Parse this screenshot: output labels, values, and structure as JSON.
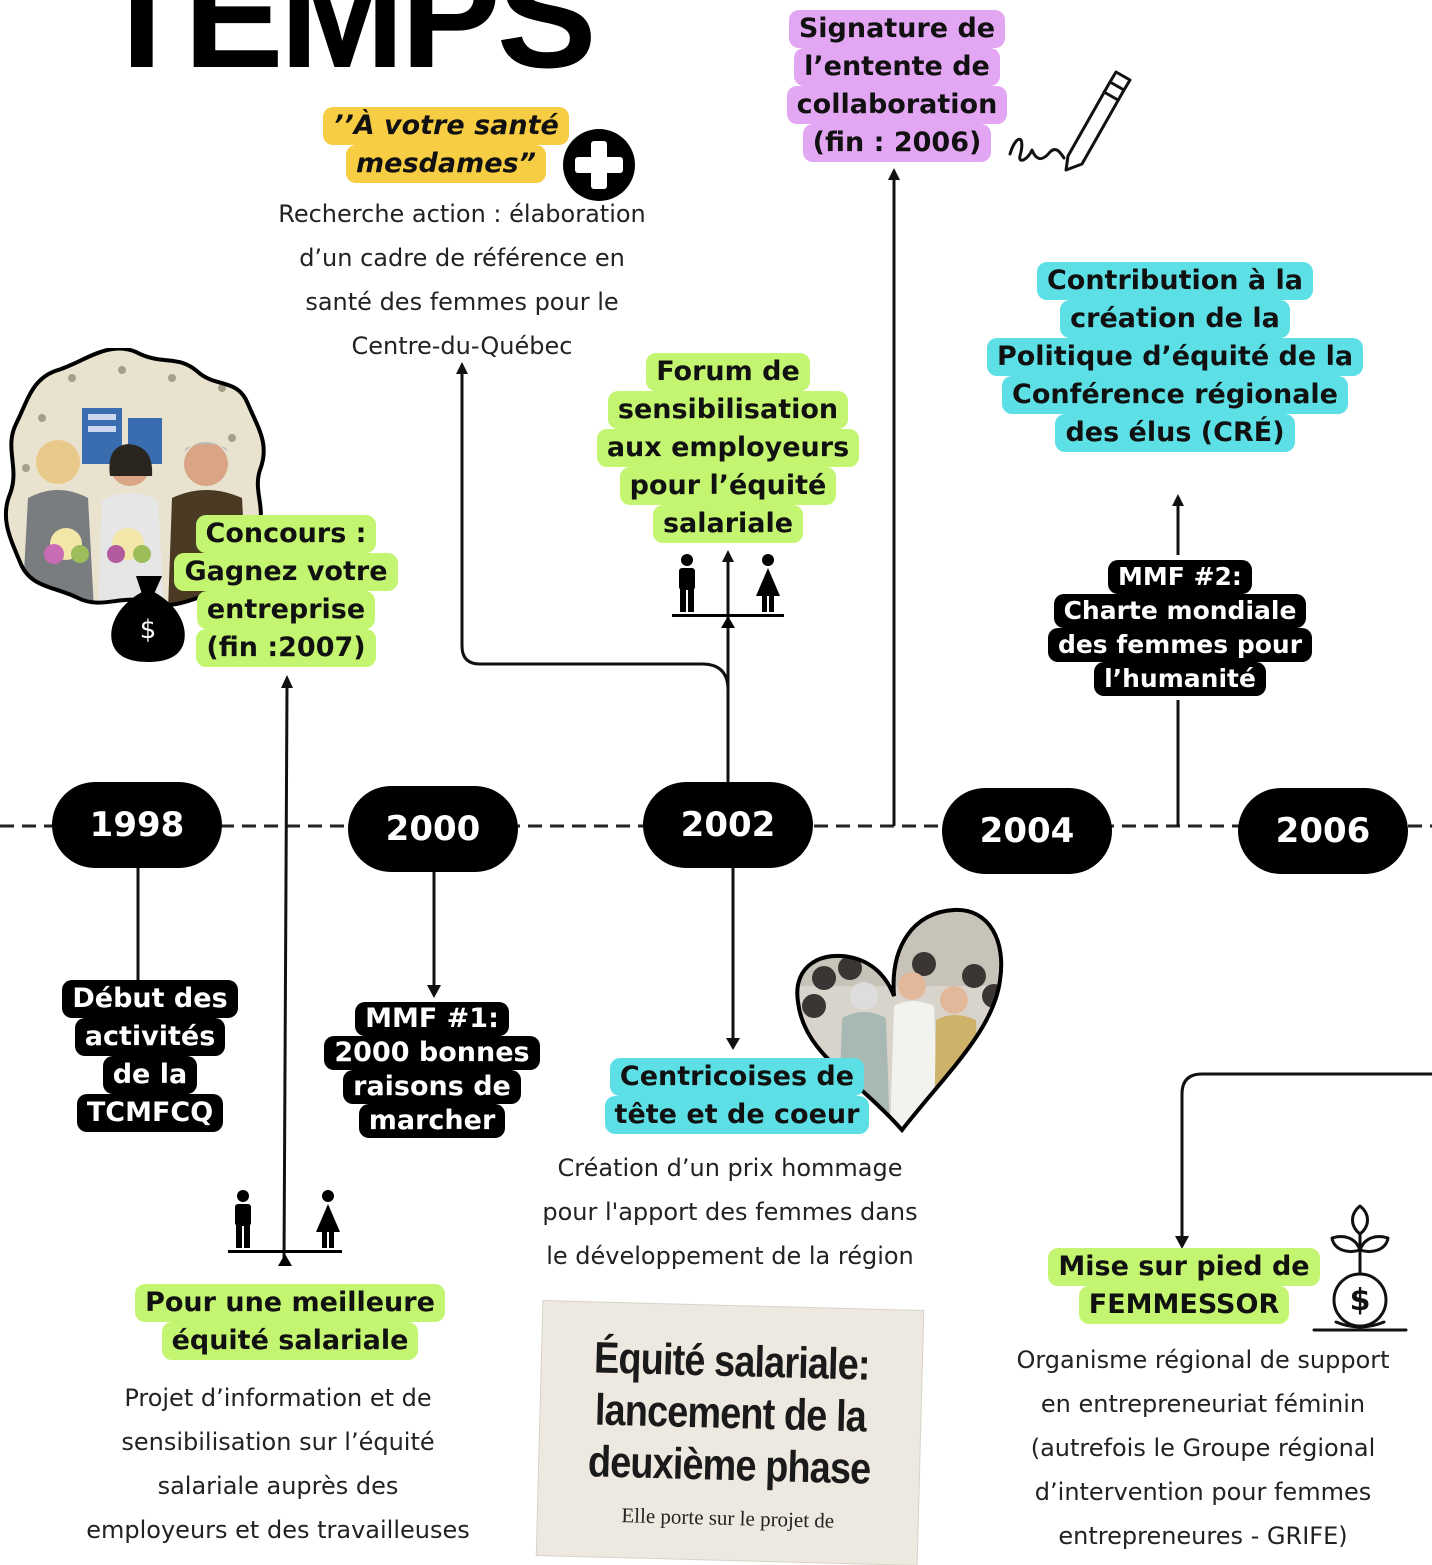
{
  "title_fragment": "TEMPS",
  "years": [
    "1998",
    "2000",
    "2002",
    "2004",
    "2006"
  ],
  "events": {
    "sante": {
      "title_lines": [
        "’’À votre santé",
        "mesdames”"
      ],
      "desc_lines": [
        "Recherche action : élaboration",
        "d’un cadre de référence en",
        "santé des femmes pour le",
        "Centre-du-Québec"
      ]
    },
    "signature": {
      "title_lines": [
        "Signature de",
        "l’entente de",
        "collaboration",
        "(fin : 2006)"
      ]
    },
    "contribution": {
      "title_lines": [
        "Contribution à la",
        "création de la",
        "Politique d’équité de la",
        "Conférence régionale",
        "des élus (CRÉ)"
      ]
    },
    "forum": {
      "title_lines": [
        "Forum de",
        "sensibilisation",
        "aux employeurs",
        "pour l’équité",
        "salariale"
      ]
    },
    "concours": {
      "title_lines": [
        "Concours :",
        "Gagnez votre",
        "entreprise",
        "(fin :2007)"
      ]
    },
    "mmf2": {
      "title_lines": [
        "MMF #2:",
        "Charte mondiale",
        "des femmes pour",
        "l’humanité"
      ]
    },
    "debut": {
      "title_lines": [
        "Début des",
        "activités",
        "de la",
        "TCMFCQ"
      ]
    },
    "mmf1": {
      "title_lines": [
        "MMF #1:",
        "2000 bonnes",
        "raisons de",
        "marcher"
      ]
    },
    "centricoises": {
      "title_lines": [
        "Centricoises de",
        "tête et de coeur"
      ],
      "desc_lines": [
        "Création d’un prix hommage",
        "pour l'apport des femmes dans",
        "le développement de la région"
      ]
    },
    "equite": {
      "title_lines": [
        "Pour une meilleure",
        "équité salariale"
      ],
      "desc_lines": [
        "Projet d’information et de",
        "sensibilisation sur l’équité",
        "salariale auprès des",
        "employeurs et des travailleuses"
      ]
    },
    "femmessor": {
      "title_lines": [
        "Mise sur pied de",
        "FEMMESSOR"
      ],
      "desc_lines": [
        "Organisme régional de support",
        "en entrepreneuriat féminin",
        "(autrefois le Groupe régional",
        "d’intervention pour femmes",
        "entrepreneures - GRIFE)"
      ]
    }
  },
  "newspaper": {
    "headline_lines": [
      "Équité salariale:",
      "lancement de la",
      "deuxième phase"
    ],
    "sub_lines": [
      "Elle porte sur le projet de"
    ]
  },
  "colors": {
    "green": "#c4f571",
    "pink": "#e3a6f3",
    "cyan": "#5ce0e6",
    "yellow": "#f6cd43",
    "black": "#000000"
  },
  "icons": [
    "plus-icon",
    "pen-signature-icon",
    "man-woman-scale-icon",
    "money-bag-icon",
    "money-plant-icon"
  ]
}
